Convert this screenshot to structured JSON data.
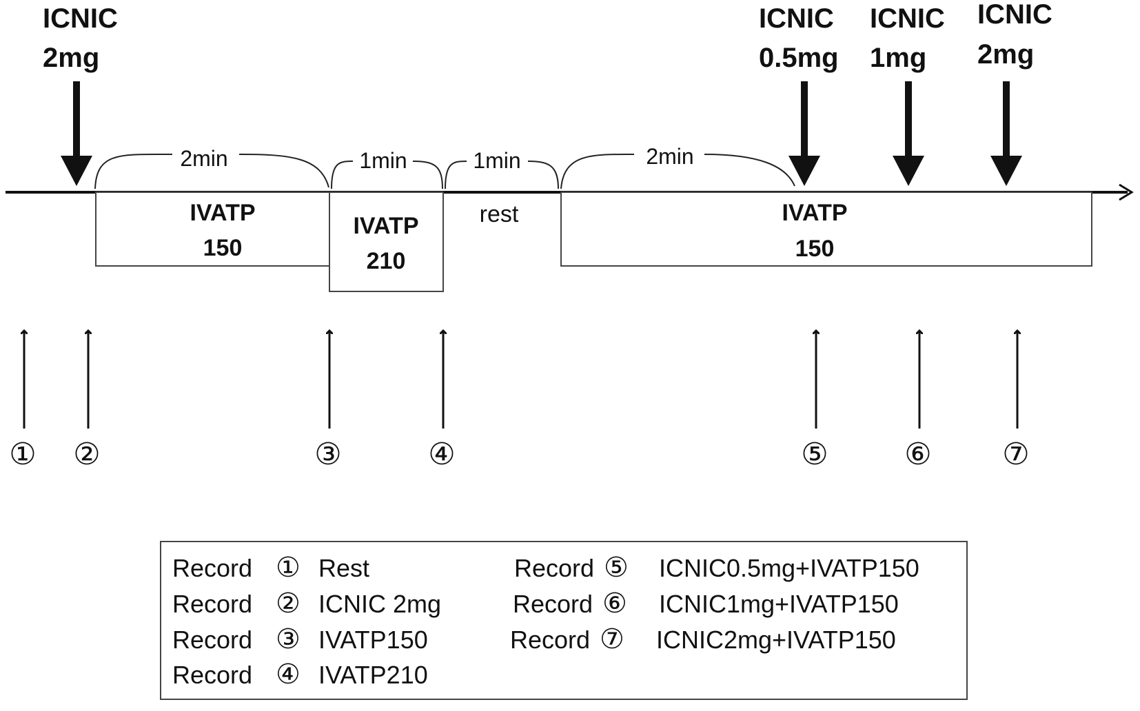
{
  "doses": {
    "d1": {
      "drug": "ICNIC",
      "amount": "2mg"
    },
    "d2": {
      "drug": "ICNIC",
      "amount": "0.5mg"
    },
    "d3": {
      "drug": "ICNIC",
      "amount": "1mg"
    },
    "d4": {
      "drug": "ICNIC",
      "amount": "2mg"
    }
  },
  "intervals": {
    "i1": "2min",
    "i2": "1min",
    "i3": "1min",
    "i4": "2min"
  },
  "boxes": {
    "b1": {
      "line1": "IVATP",
      "line2": "150"
    },
    "b2": {
      "line1": "IVATP",
      "line2": "210"
    },
    "rest": "rest",
    "b3": {
      "line1": "IVATP",
      "line2": "150"
    }
  },
  "markers": [
    "①",
    "②",
    "③",
    "④",
    "⑤",
    "⑥",
    "⑦"
  ],
  "legend": {
    "records": [
      {
        "label": "Record",
        "num": "①",
        "desc": "Rest"
      },
      {
        "label": "Record",
        "num": "②",
        "desc": "ICNIC 2mg"
      },
      {
        "label": "Record",
        "num": "③",
        "desc": "IVATP150"
      },
      {
        "label": "Record",
        "num": "④",
        "desc": "IVATP210"
      },
      {
        "label": "Record",
        "num": "⑤",
        "desc": "ICNIC0.5mg+IVATP150"
      },
      {
        "label": "Record",
        "num": "⑥",
        "desc": "ICNIC1mg+IVATP150"
      },
      {
        "label": "Record",
        "num": "⑦",
        "desc": "ICNIC2mg+IVATP150"
      }
    ]
  }
}
